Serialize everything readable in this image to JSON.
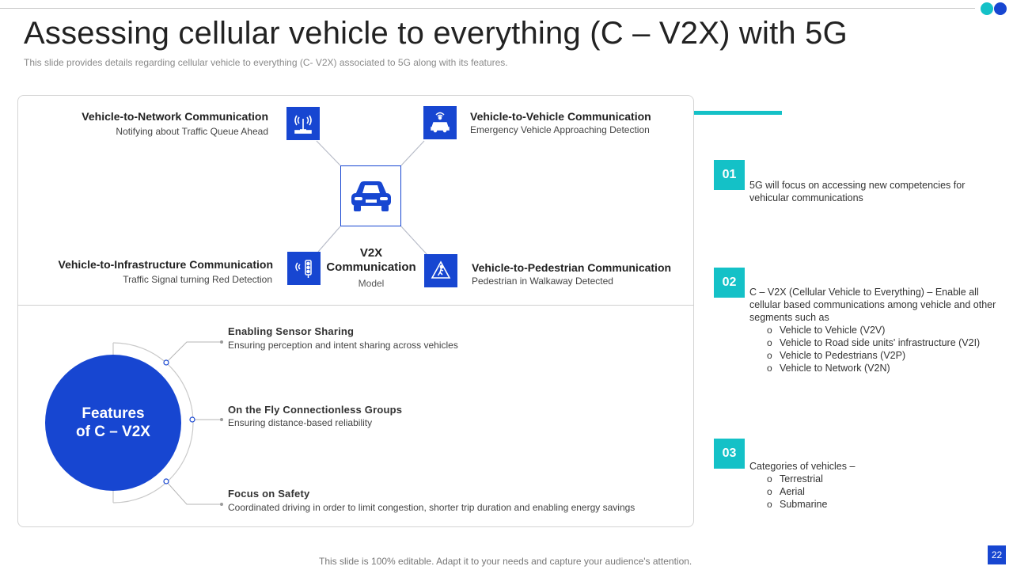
{
  "header": {
    "title": "Assessing cellular vehicle to everything (C – V2X) with 5G",
    "subtitle": "This slide provides details regarding cellular vehicle to everything (C- V2X) associated to 5G along with its features."
  },
  "diagram": {
    "center": {
      "line1": "V2X",
      "line2": "Communication",
      "line3": "Model"
    },
    "nodes": {
      "network": {
        "title": "Vehicle-to-Network Communication",
        "desc": "Notifying about Traffic Queue Ahead",
        "icon": "network-tower-icon"
      },
      "vehicle": {
        "title": "Vehicle-to-Vehicle Communication",
        "desc": "Emergency Vehicle Approaching Detection",
        "icon": "vehicle-signal-icon"
      },
      "infrastructure": {
        "title": "Vehicle-to-Infrastructure Communication",
        "desc": "Traffic Signal turning Red Detection",
        "icon": "traffic-signal-icon"
      },
      "pedestrian": {
        "title": "Vehicle-to-Pedestrian Communication",
        "desc": "Pedestrian in Walkaway Detected",
        "icon": "pedestrian-crossing-icon"
      }
    }
  },
  "features": {
    "circle_line1": "Features",
    "circle_line2": "of C – V2X",
    "items": [
      {
        "title": "Enabling Sensor Sharing",
        "desc": "Ensuring perception and intent sharing across vehicles"
      },
      {
        "title": "On the Fly Connectionless Groups",
        "desc": "Ensuring distance-based reliability"
      },
      {
        "title": "Focus on Safety",
        "desc": "Coordinated driving in order to limit congestion, shorter trip duration and enabling energy savings"
      }
    ]
  },
  "points": [
    {
      "num": "01",
      "text": "5G will focus on accessing new competencies for vehicular  communications",
      "list": []
    },
    {
      "num": "02",
      "text": "C – V2X (Cellular Vehicle to Everything)  – Enable all cellular based communications among vehicle and other segments such as",
      "list": [
        "Vehicle to Vehicle (V2V)",
        "Vehicle to Road side units' infrastructure (V2I)",
        "Vehicle to Pedestrians (V2P)",
        "Vehicle to Network (V2N)"
      ]
    },
    {
      "num": "03",
      "text": "Categories  of vehicles  –",
      "list": [
        "Terrestrial",
        "Aerial",
        "Submarine"
      ]
    }
  ],
  "footer": {
    "text": "This slide is 100% editable. Adapt it to your needs and capture your audience's attention.",
    "page": "22"
  },
  "colors": {
    "blue": "#1746d1",
    "teal": "#14c1c7"
  }
}
